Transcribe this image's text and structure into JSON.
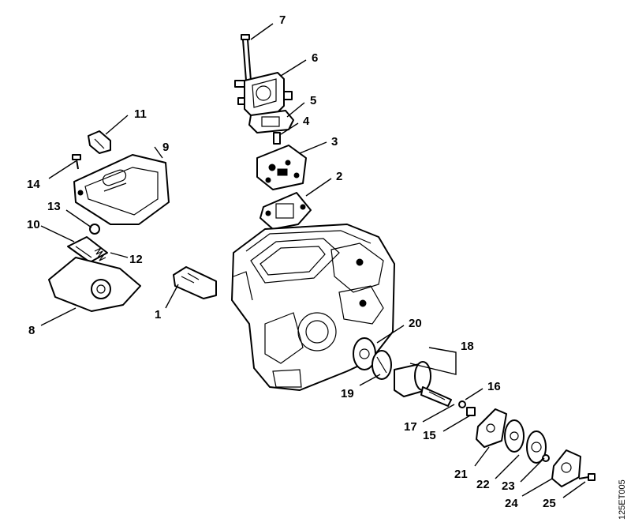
{
  "figure_code": "125ET005",
  "callouts": [
    {
      "id": "1",
      "label": "1"
    },
    {
      "id": "2",
      "label": "2"
    },
    {
      "id": "3",
      "label": "3"
    },
    {
      "id": "4",
      "label": "4"
    },
    {
      "id": "5",
      "label": "5"
    },
    {
      "id": "6",
      "label": "6"
    },
    {
      "id": "7",
      "label": "7"
    },
    {
      "id": "8",
      "label": "8"
    },
    {
      "id": "9",
      "label": "9"
    },
    {
      "id": "10",
      "label": "10"
    },
    {
      "id": "11",
      "label": "11"
    },
    {
      "id": "12",
      "label": "12"
    },
    {
      "id": "13",
      "label": "13"
    },
    {
      "id": "14",
      "label": "14"
    },
    {
      "id": "15",
      "label": "15"
    },
    {
      "id": "16",
      "label": "16"
    },
    {
      "id": "17",
      "label": "17"
    },
    {
      "id": "18",
      "label": "18"
    },
    {
      "id": "19",
      "label": "19"
    },
    {
      "id": "20",
      "label": "20"
    },
    {
      "id": "21",
      "label": "21"
    },
    {
      "id": "22",
      "label": "22"
    },
    {
      "id": "23",
      "label": "23"
    },
    {
      "id": "24",
      "label": "24"
    },
    {
      "id": "25",
      "label": "25"
    }
  ]
}
